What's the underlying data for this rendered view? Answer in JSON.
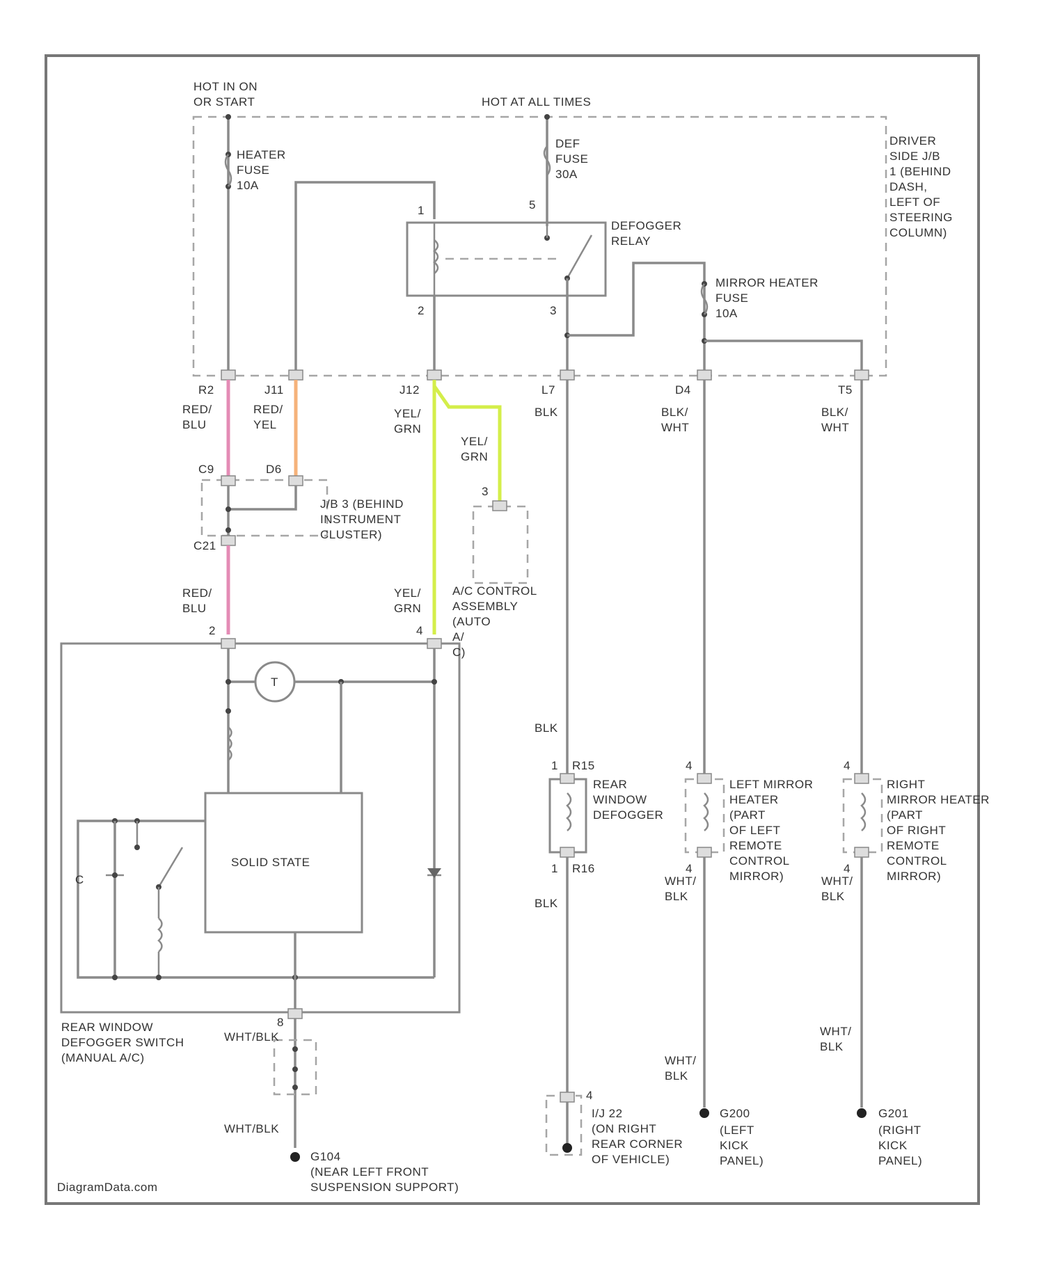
{
  "title_power": [
    "HOT IN ON",
    "OR START"
  ],
  "title_hot": "HOT AT ALL TIMES",
  "jb1_label": [
    "DRIVER",
    "SIDE J/B",
    "1 (BEHIND",
    "DASH,",
    "LEFT OF",
    "STEERING",
    "COLUMN)"
  ],
  "heater_fuse": [
    "HEATER",
    "FUSE",
    "10A"
  ],
  "def_fuse": [
    "DEF",
    "FUSE",
    "30A"
  ],
  "relay_label": [
    "DEFOGGER",
    "RELAY"
  ],
  "relay_pins": {
    "p1": "1",
    "p2": "2",
    "p3": "3",
    "p5": "5"
  },
  "mirror_fuse": [
    "MIRROR HEATER",
    "FUSE",
    "10A"
  ],
  "jb_pins": {
    "r2": "R2",
    "j11": "J11",
    "j12": "J12",
    "l7": "L7",
    "d4": "D4",
    "t5": "T5"
  },
  "wires": {
    "red_blu": [
      "RED/",
      "BLU"
    ],
    "red_yel": [
      "RED/",
      "YEL"
    ],
    "yel_grn": [
      "YEL/",
      "GRN"
    ],
    "blk": "BLK",
    "blk_wht": [
      "BLK/",
      "WHT"
    ],
    "wht_blk": [
      "WHT/",
      "BLK"
    ],
    "wht_blk_inline": "WHT/BLK"
  },
  "jb3_pins": {
    "c9": "C9",
    "d6": "D6",
    "c21": "C21"
  },
  "jb3_label": [
    "J/B 3 (BEHIND",
    "INSTRUMENT",
    "CLUSTER)"
  ],
  "ac_control": [
    "A/C CONTROL",
    "ASSEMBLY",
    "(AUTO",
    "A/",
    "C)"
  ],
  "ac_pin": "3",
  "switch_pins": {
    "p2": "2",
    "p4": "4",
    "p8": "8"
  },
  "solid_state": "SOLID STATE",
  "timer_symbol": "T",
  "cap_symbol": "C",
  "switch_label": [
    "REAR WINDOW",
    "DEFOGGER SWITCH",
    "(MANUAL A/C)"
  ],
  "defogger": {
    "pin_top": "1",
    "conn_top": "R15",
    "pin_bot": "1",
    "conn_bot": "R16",
    "label": [
      "REAR",
      "WINDOW",
      "DEFOGGER"
    ]
  },
  "left_mirror": {
    "pin_top": "4",
    "pin_bot": "4",
    "label": [
      "LEFT MIRROR",
      "HEATER",
      "(PART",
      "OF LEFT",
      "REMOTE",
      "CONTROL",
      "MIRROR)"
    ]
  },
  "right_mirror": {
    "pin_top": "4",
    "pin_bot": "4",
    "label": [
      "RIGHT",
      "MIRROR HEATER",
      "(PART",
      "OF RIGHT",
      "REMOTE",
      "CONTROL",
      "MIRROR)"
    ]
  },
  "ground_g104": {
    "id": "G104",
    "loc": [
      "(NEAR LEFT FRONT",
      "SUSPENSION SUPPORT)"
    ]
  },
  "ground_ij": {
    "pin": "4",
    "label": [
      "I/J 22",
      "(ON RIGHT",
      "REAR CORNER",
      "OF VEHICLE)"
    ]
  },
  "ground_g200": {
    "id": "G200",
    "loc": [
      "(LEFT",
      "KICK",
      "PANEL)"
    ]
  },
  "ground_g201": {
    "id": "G201",
    "loc": [
      "(RIGHT",
      "KICK",
      "PANEL)"
    ]
  },
  "watermark": "DiagramData.com",
  "colors": {
    "red_blu": "#e48bb5",
    "red_yel": "#f5b27a",
    "yel_grn": "#d4ee4a",
    "wire": "#8a8a8a"
  }
}
